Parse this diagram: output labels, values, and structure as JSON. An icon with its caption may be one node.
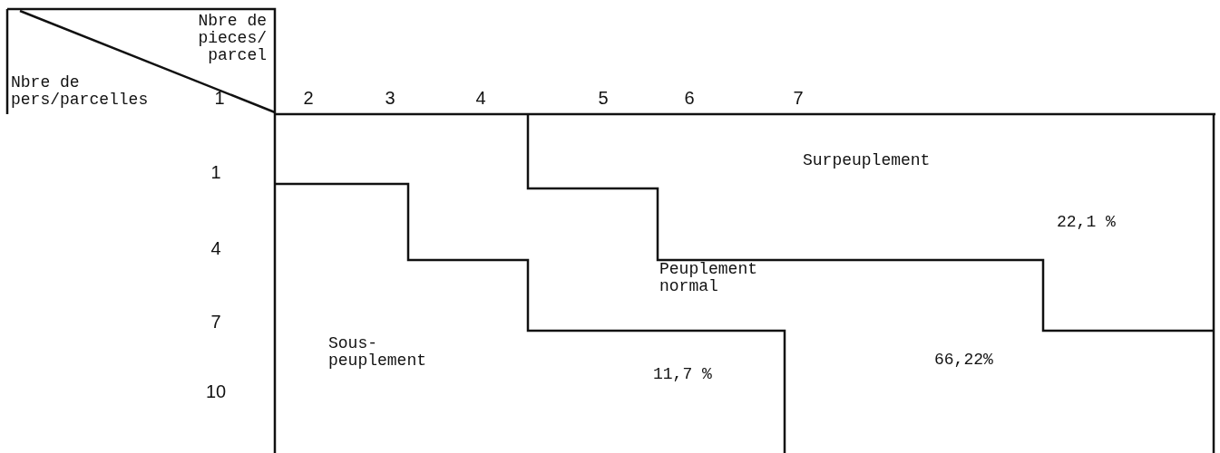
{
  "diagram": {
    "labels": [
      "Nbre de pieces/ parcel",
      "Nbre de pers/parcelles",
      "1",
      "2",
      "3",
      "4",
      "5",
      "6",
      "7",
      "1",
      "Surpeuplement",
      "22,1 %",
      "4",
      "Peuplement normal",
      "7",
      "Sous-peuplement",
      "10",
      "66,22%",
      "11,7 %"
    ]
  }
}
